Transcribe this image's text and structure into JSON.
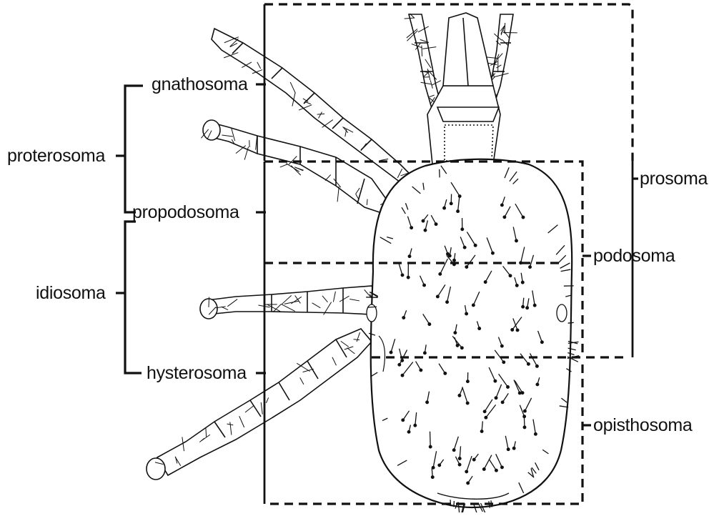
{
  "diagram": {
    "labels": {
      "gnathosoma": "gnathosoma",
      "proterosoma": "proterosoma",
      "propodosoma": "propodosoma",
      "idiosoma": "idiosoma",
      "hysterosoma": "hysterosoma",
      "prosoma": "prosoma",
      "podosoma": "podosoma",
      "opisthosoma": "opisthosoma"
    },
    "colors": {
      "ink": "#111111",
      "paper": "#ffffff"
    }
  }
}
